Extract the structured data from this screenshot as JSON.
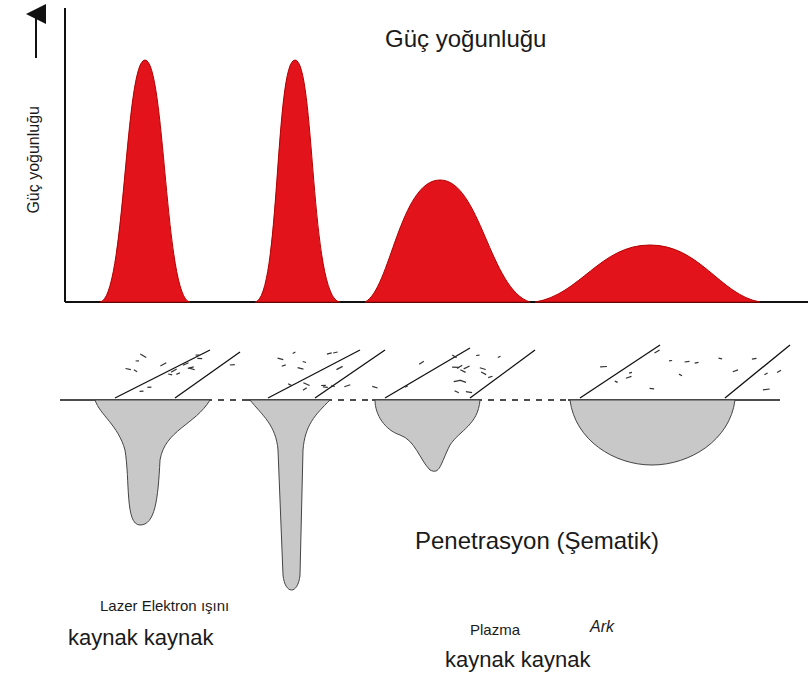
{
  "diagram": {
    "labels": [
      "Güç yoğunluğu",
      "Güç yoğunluğu",
      "Penetrasyon (Şematik)",
      "Lazer Elektron ışını",
      "kaynak kaynak",
      "Plazma",
      "Ark",
      "kaynak kaynak"
    ]
  }
}
